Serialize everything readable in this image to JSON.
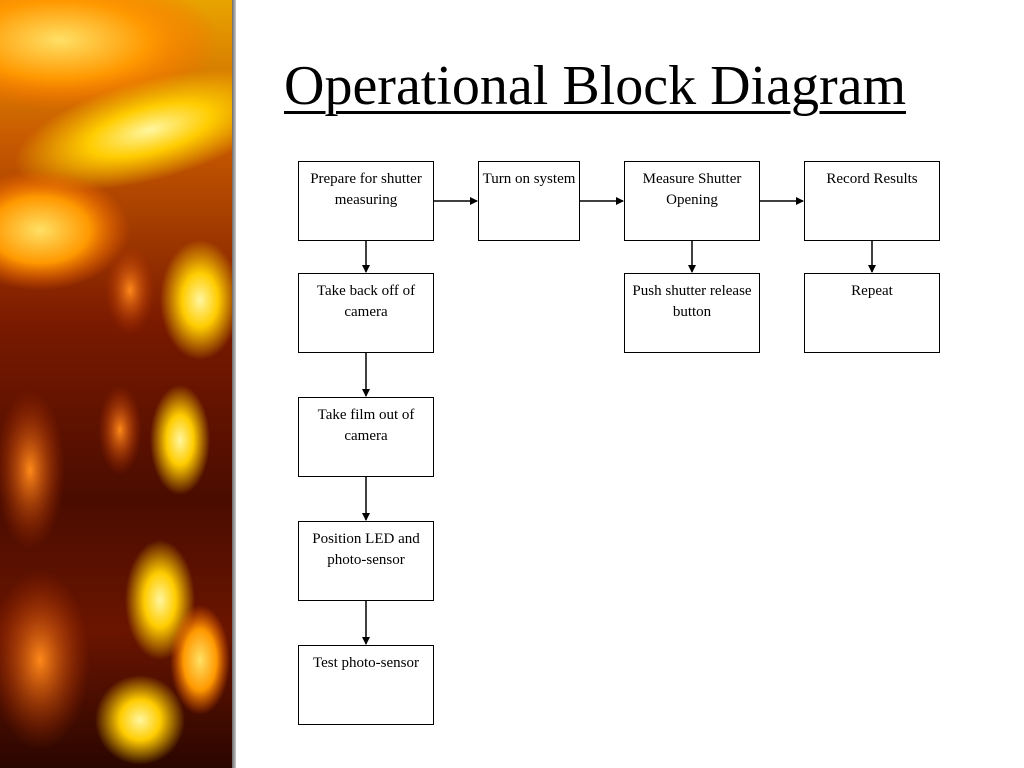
{
  "slide": {
    "title": "Operational Block Diagram"
  },
  "diagram": {
    "blocks": {
      "prepare": "Prepare for shutter measuring",
      "turn_on": "Turn on system",
      "measure": "Measure Shutter Opening",
      "record": "Record Results",
      "take_back": "Take back off of camera",
      "push": "Push shutter release button",
      "repeat": "Repeat",
      "take_film": "Take film out of camera",
      "position": "Position LED and photo-sensor",
      "test": "Test photo-sensor"
    },
    "edges": [
      [
        "prepare",
        "turn_on"
      ],
      [
        "turn_on",
        "measure"
      ],
      [
        "measure",
        "record"
      ],
      [
        "prepare",
        "take_back"
      ],
      [
        "take_back",
        "take_film"
      ],
      [
        "take_film",
        "position"
      ],
      [
        "position",
        "test"
      ],
      [
        "measure",
        "push"
      ],
      [
        "record",
        "repeat"
      ]
    ]
  },
  "colors": {
    "border": "#000000",
    "text": "#000000",
    "background": "#ffffff"
  }
}
